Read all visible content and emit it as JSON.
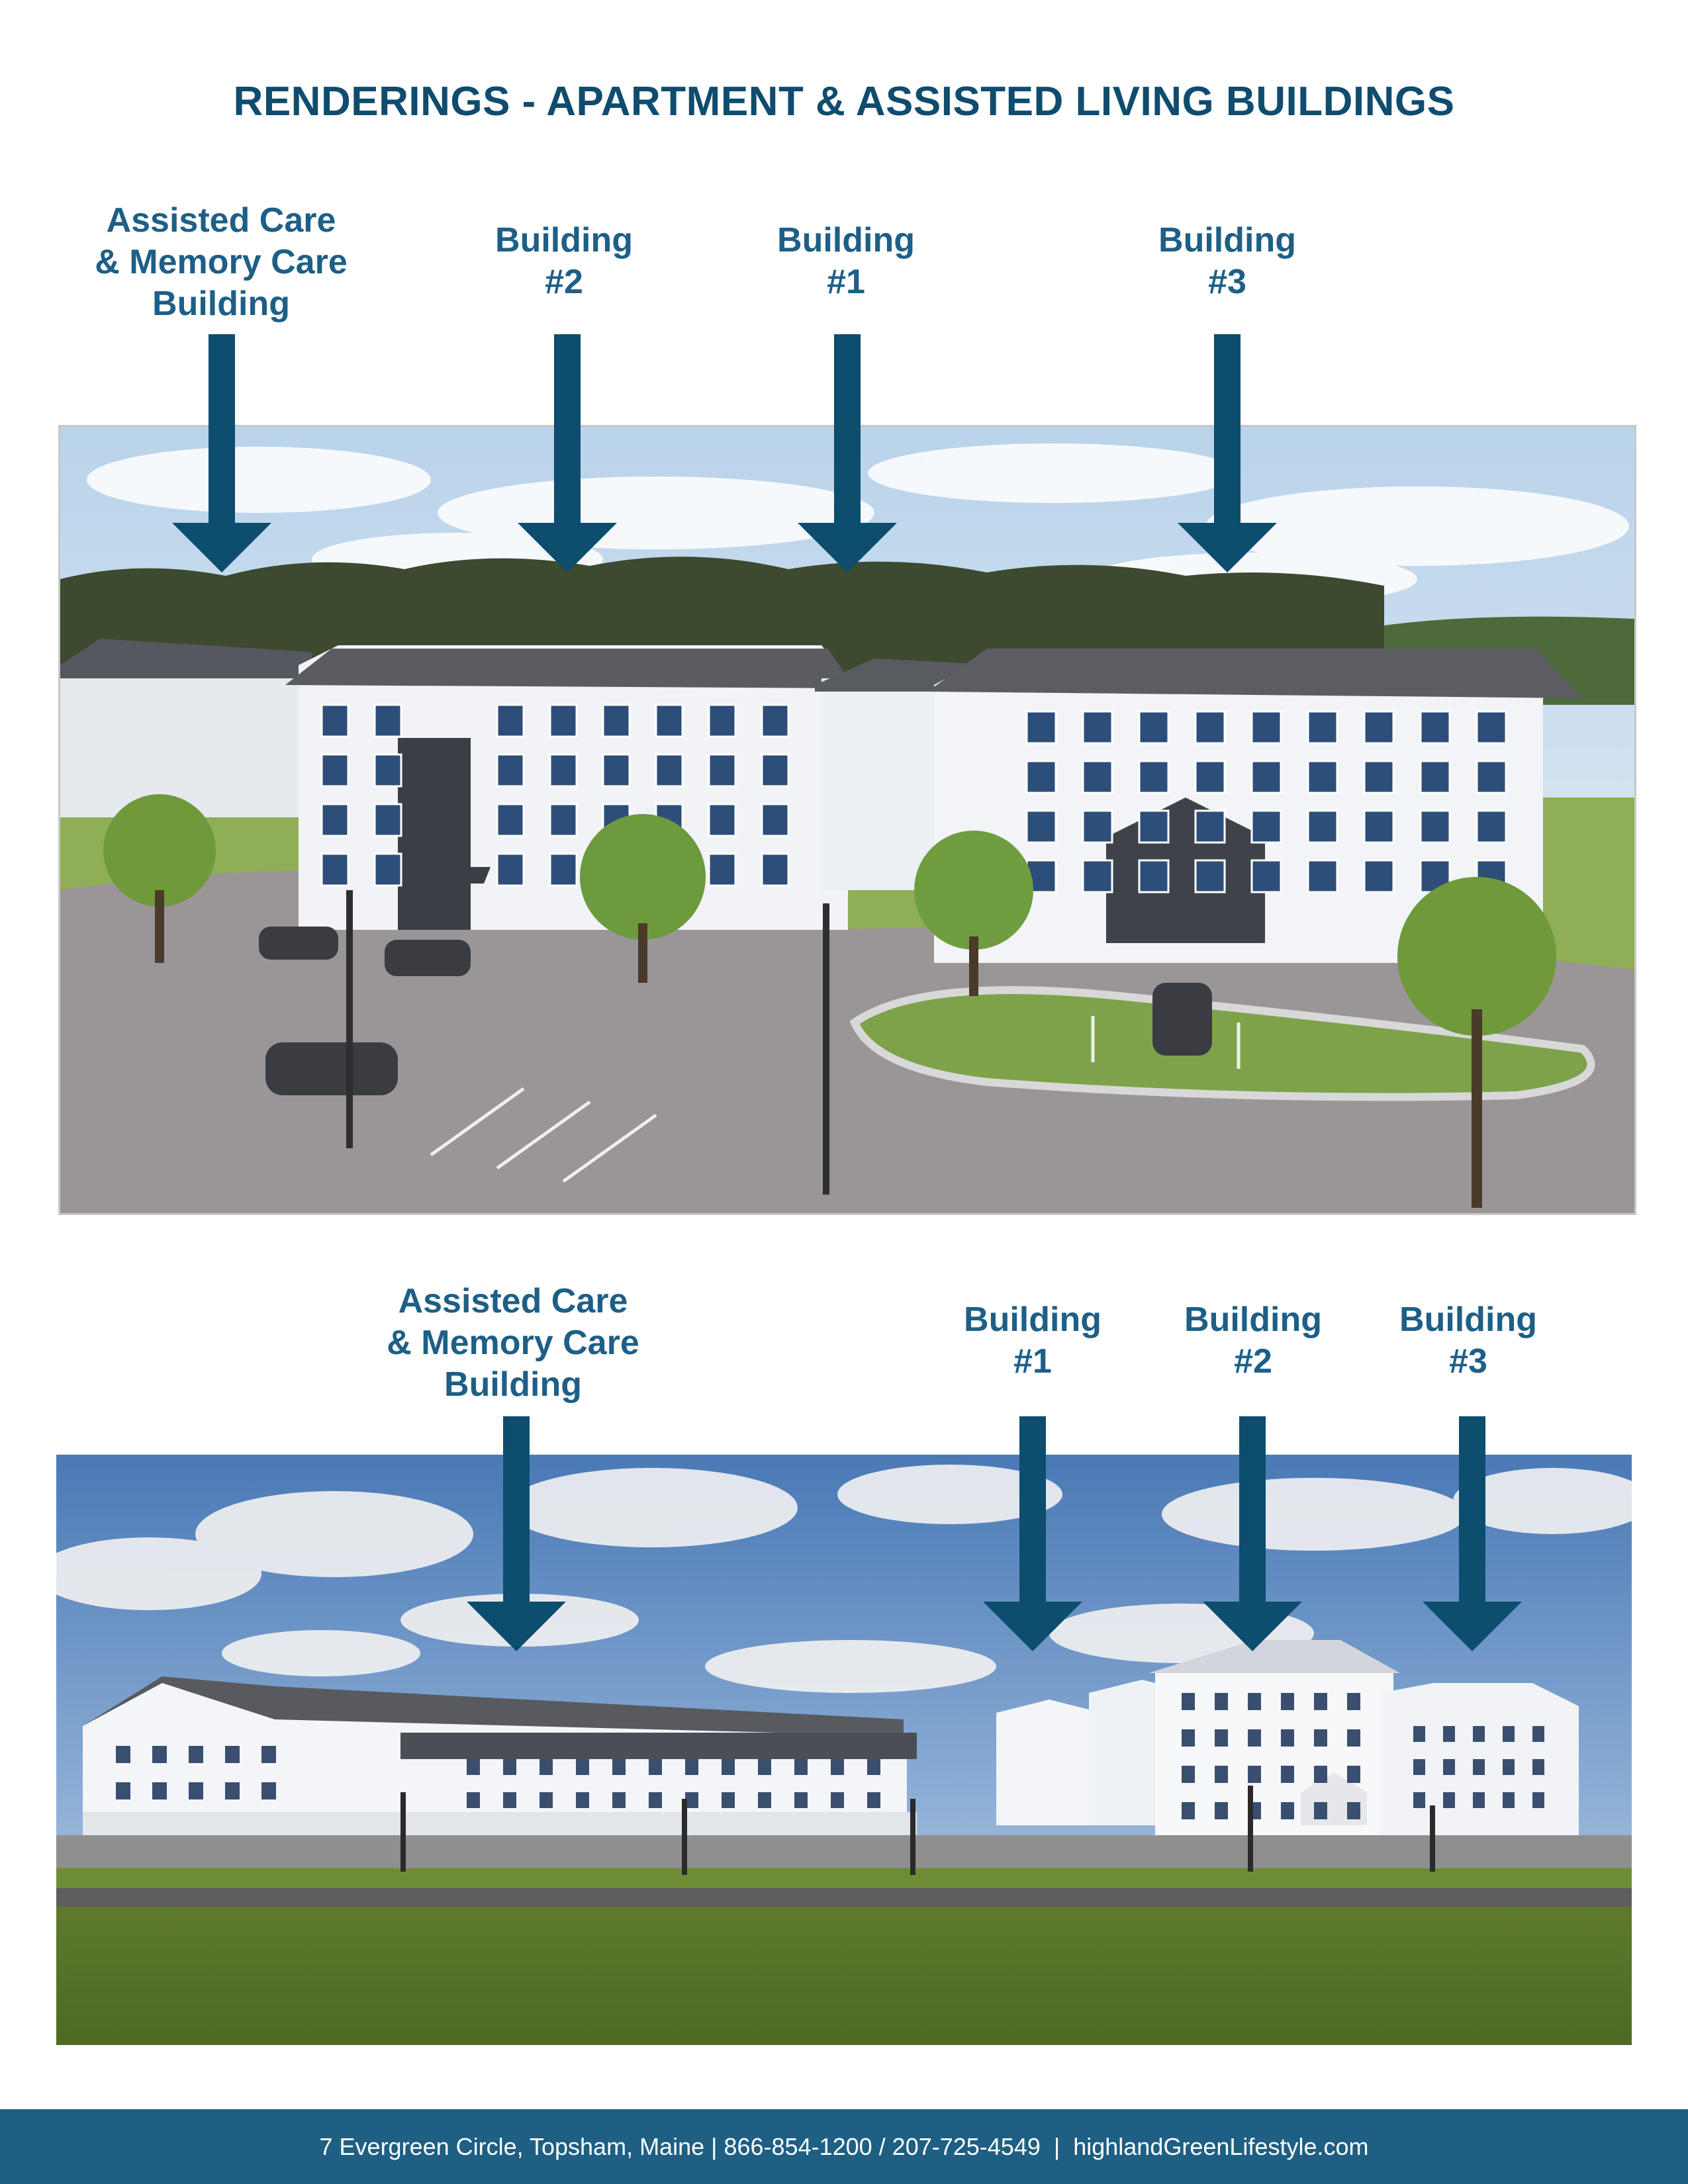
{
  "title": "RENDERINGS - APARTMENT & ASSISTED LIVING BUILDINGS",
  "top_rendering": {
    "labels": [
      {
        "lines": [
          "Assisted Care",
          "& Memory Care",
          "Building"
        ]
      },
      {
        "lines": [
          "Building",
          "#2"
        ]
      },
      {
        "lines": [
          "Building",
          "#1"
        ]
      },
      {
        "lines": [
          "Building",
          "#3"
        ]
      }
    ]
  },
  "bottom_rendering": {
    "labels": [
      {
        "lines": [
          "Assisted Care",
          "& Memory Care",
          "Building"
        ]
      },
      {
        "lines": [
          "Building",
          "#1"
        ]
      },
      {
        "lines": [
          "Building",
          "#2"
        ]
      },
      {
        "lines": [
          "Building",
          "#3"
        ]
      }
    ]
  },
  "footer": "7 Evergreen Circle, Topsham, Maine | 866-854-1200 / 207-725-4549  |  highlandGreenLifestyle.com",
  "colors": {
    "heading": "#0f4c6e",
    "label": "#1d5f87",
    "arrow": "#0d4d6e",
    "footer_bg": "#1e5f83"
  }
}
